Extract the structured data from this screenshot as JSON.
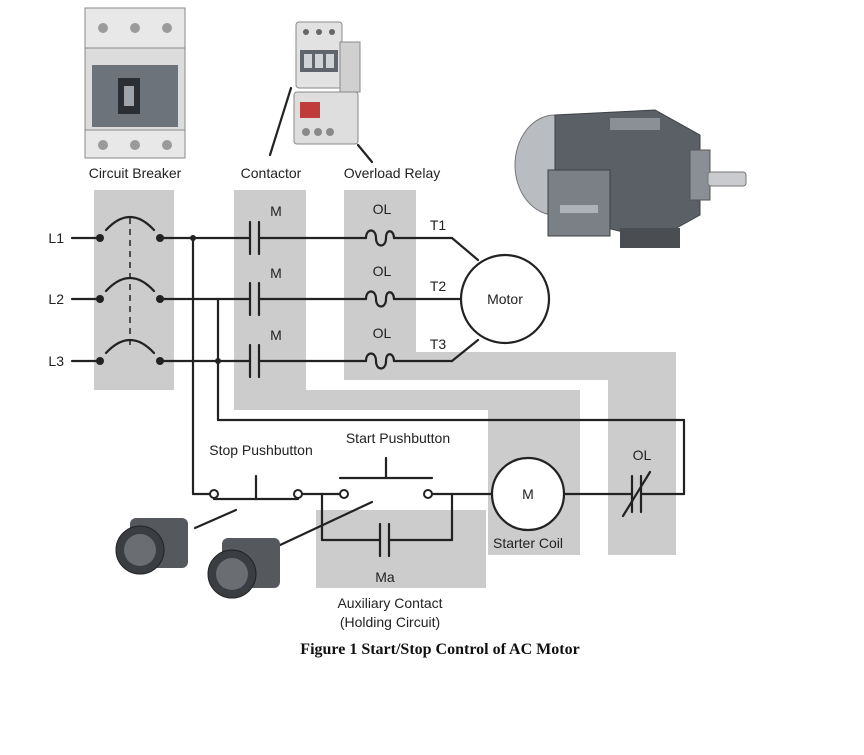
{
  "labels": {
    "circuit_breaker": "Circuit Breaker",
    "contactor": "Contactor",
    "overload_relay": "Overload Relay",
    "motor": "Motor",
    "stop_pushbutton": "Stop Pushbutton",
    "start_pushbutton": "Start Pushbutton",
    "starter_coil": "Starter Coil",
    "coil_letter": "M",
    "ol_control": "OL",
    "aux_contact_letter": "Ma",
    "aux_contact_line1": "Auxiliary Contact",
    "aux_contact_line2": "(Holding Circuit)",
    "caption": "Figure 1 Start/Stop Control of AC Motor"
  },
  "lines": [
    "L1",
    "L2",
    "L3"
  ],
  "terminals": [
    "T1",
    "T2",
    "T3"
  ],
  "contactor_letter": "M",
  "overload_letter": "OL",
  "colors": {
    "shading": "#cccccc",
    "wire": "#222222",
    "equipment_dark": "#5a5f66",
    "equipment_light": "#d9d9d9"
  }
}
